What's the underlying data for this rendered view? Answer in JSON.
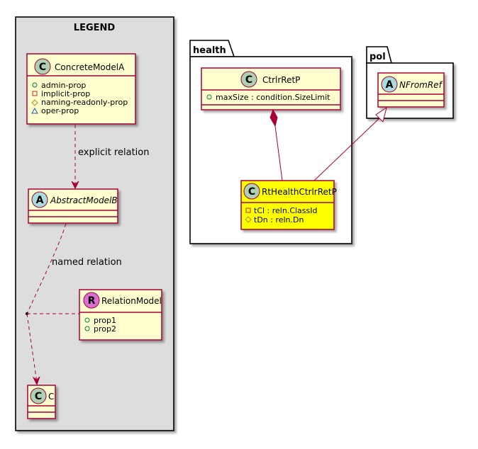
{
  "legend": {
    "title": "LEGEND",
    "concrete_class": {
      "stereotype": "C",
      "name": "ConcreteModelA",
      "attributes": [
        {
          "visibility": "public",
          "name": "admin-prop"
        },
        {
          "visibility": "private",
          "name": "implicit-prop"
        },
        {
          "visibility": "protected",
          "name": "naming-readonly-prop"
        },
        {
          "visibility": "package",
          "name": "oper-prop"
        }
      ]
    },
    "explicit_label": "explicit relation",
    "abstract_class": {
      "stereotype": "A",
      "name": "AbstractModelB"
    },
    "named_label": "named relation",
    "relation_class": {
      "stereotype": "R",
      "name": "RelationModel",
      "attributes": [
        {
          "visibility": "public",
          "name": "prop1"
        },
        {
          "visibility": "public",
          "name": "prop2"
        }
      ]
    },
    "target_class": {
      "stereotype": "C",
      "name": "C"
    }
  },
  "health": {
    "package_name": "health",
    "ctrl_class": {
      "stereotype": "C",
      "name": "CtrlrRetP",
      "attributes": [
        {
          "visibility": "public",
          "name": "maxSize : condition.SizeLimit"
        }
      ]
    },
    "rt_class": {
      "stereotype": "C",
      "name": "RtHealthCtrlrRetP",
      "attributes": [
        {
          "visibility": "private",
          "name": "tCl : reln.ClassId"
        },
        {
          "visibility": "protected",
          "name": "tDn : reln.Dn"
        }
      ]
    }
  },
  "pol": {
    "package_name": "pol",
    "nfromref_class": {
      "stereotype": "A",
      "name": "NFromRef"
    }
  },
  "colors": {
    "class_fill": "#fefece",
    "class_border": "#a80036",
    "highlight_fill": "#ffff00",
    "legend_bg": "#dddddd",
    "stereo_c": "#add1b2",
    "stereo_a": "#a9dcdf",
    "stereo_r": "#da70d6"
  }
}
